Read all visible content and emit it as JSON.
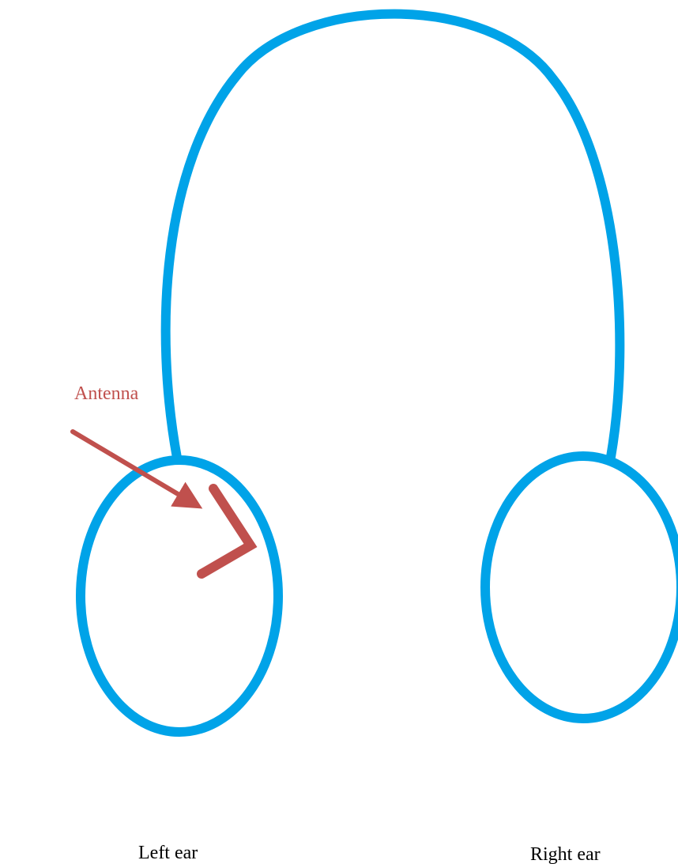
{
  "diagram": {
    "labels": {
      "antenna": "Antenna",
      "left_ear": "Left ear",
      "right_ear": "Right ear"
    },
    "colors": {
      "headphone_stroke": "#00a3e8",
      "antenna": "#c0504d",
      "label_text": "#000000",
      "background": "#ffffff"
    },
    "icons": {
      "headband": "headband-arc",
      "left_earcup": "ellipse",
      "right_earcup": "ellipse",
      "antenna": "bent-line",
      "pointer": "arrow"
    }
  }
}
